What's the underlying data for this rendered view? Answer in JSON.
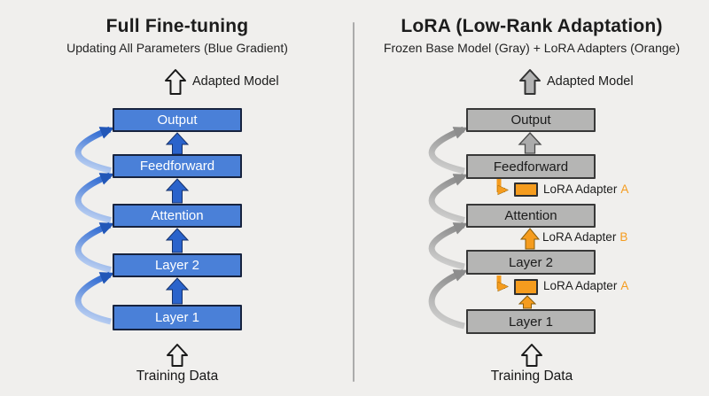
{
  "theme": {
    "bg": "#f0efed",
    "divider": "#ababab",
    "blueFill": "#4a80d8",
    "blueBorder": "#17233f",
    "blueArrow": "#2a63cb",
    "grayFill": "#b5b5b4",
    "grayBorder": "#383838",
    "grayArrow": "#ababab",
    "orange": "#f59c1e",
    "textDark": "#1c1c1c"
  },
  "panels": {
    "left": {
      "title": "Full Fine-tuning",
      "subtitle": "Updating All Parameters (Blue Gradient)",
      "adapted_label": "Adapted Model",
      "training_label": "Training Data",
      "layers": [
        "Output",
        "Feedforward",
        "Attention",
        "Layer 2",
        "Layer 1"
      ]
    },
    "right": {
      "title": "LoRA (Low-Rank Adaptation)",
      "subtitle": "Frozen Base Model (Gray) + LoRA Adapters (Orange)",
      "adapted_label": "Adapted Model",
      "training_label": "Training Data",
      "layers": [
        "Output",
        "Feedforward",
        "Attention",
        "Layer 2",
        "Layer 1"
      ],
      "adapters": [
        {
          "label": "LoRA Adapter",
          "variant": "A"
        },
        {
          "label": "LoRA Adapter",
          "variant": "B"
        },
        {
          "label": "LoRA Adapter",
          "variant": "A"
        }
      ]
    }
  }
}
